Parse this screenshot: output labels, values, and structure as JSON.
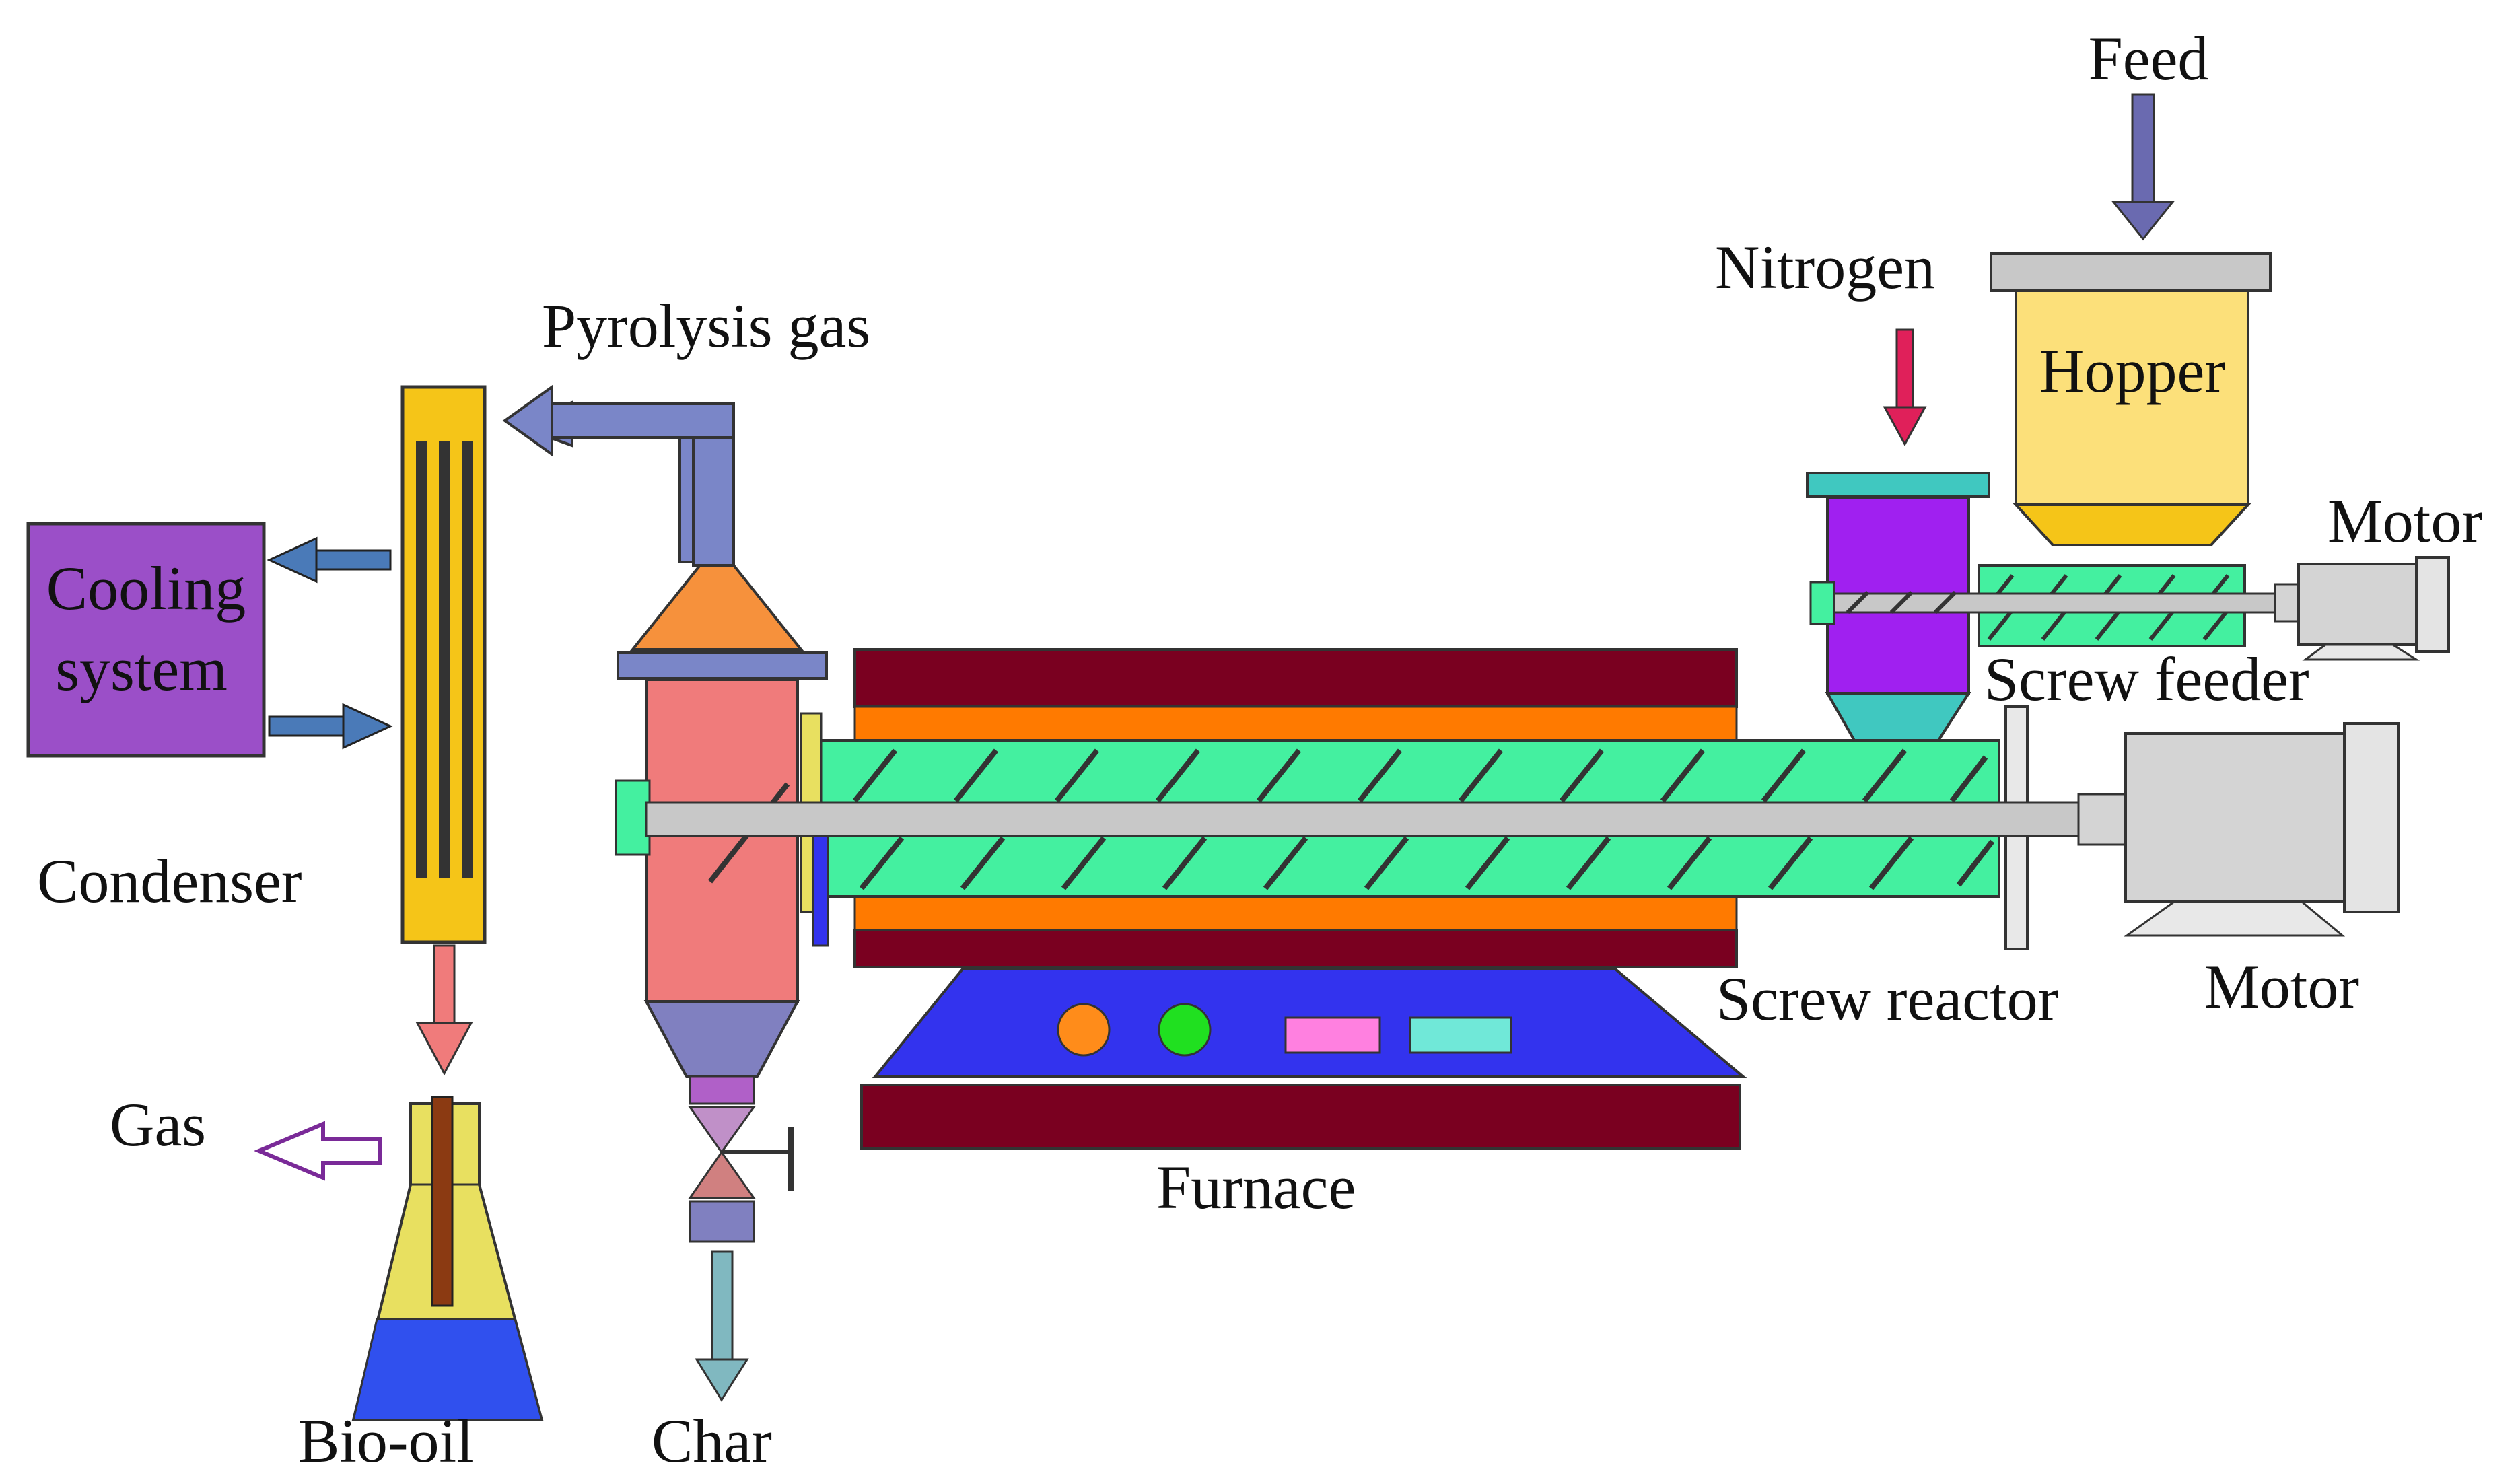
{
  "labels": {
    "feed": "Feed",
    "nitrogen": "Nitrogen",
    "hopper": "Hopper",
    "motor_top": "Motor",
    "screw_feeder": "Screw feeder",
    "pyrolysis_gas": "Pyrolysis gas",
    "cooling_line1": "Cooling",
    "cooling_line2": "system",
    "condenser": "Condenser",
    "gas": "Gas",
    "bio_oil": "Bio-oil",
    "char": "Char",
    "furnace": "Furnace",
    "screw_reactor": "Screw reactor",
    "motor_bottom": "Motor"
  },
  "colors": {
    "cooling_system": "#9b4fc8",
    "condenser": "#f5c518",
    "separator_body": "#f07b7b",
    "separator_top": "#f6913c",
    "separator_cone": "#8080c0",
    "reactor_screw": "#44f0a0",
    "reactor_shaft": "#c8c8c8",
    "furnace_outer": "#7a0020",
    "furnace_inner": "#ff7a00",
    "furnace_base": "#3333ee",
    "hopper": "#fce07a",
    "hopper_cone": "#f5c518",
    "nitrogen_chamber": "#a020f0",
    "nitrogen_cap": "#40c8c0",
    "nitrogen_arrow": "#e0205a",
    "feed_arrow": "#6a6ab0",
    "pipe": "#7a86c8",
    "water_arrow": "#4a7ab8",
    "gas_arrow": "#7a2a98",
    "char_arrow": "#80b8c0",
    "bio_oil": "#3050ee",
    "motor": "#d4d4d4"
  }
}
